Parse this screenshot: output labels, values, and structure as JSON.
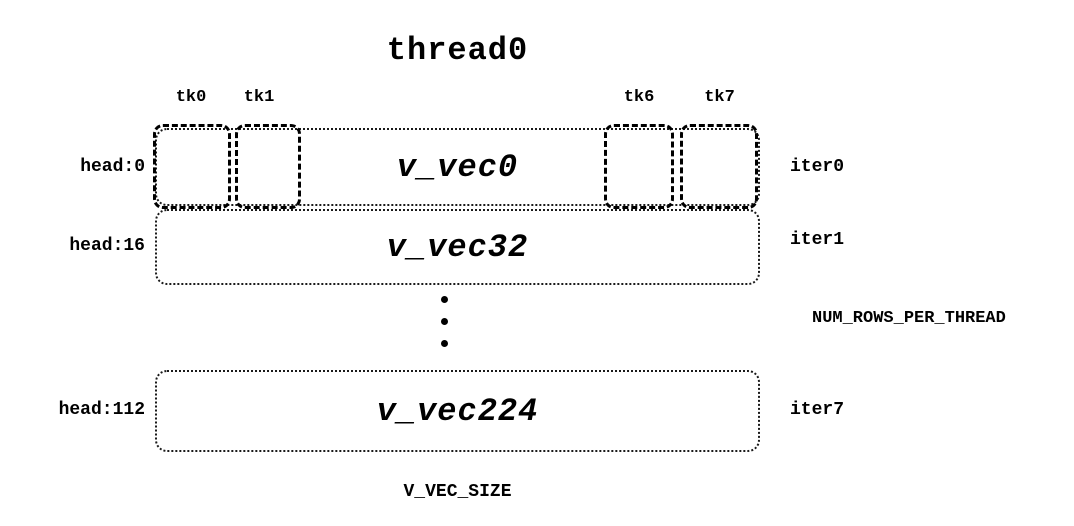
{
  "diagram": {
    "title": "thread0",
    "tk_labels": [
      "tk0",
      "tk1",
      "tk6",
      "tk7"
    ],
    "rows": [
      {
        "head": "head:0",
        "vec": "v_vec0",
        "iter": "iter0"
      },
      {
        "head": "head:16",
        "vec": "v_vec32",
        "iter": "iter1"
      },
      {
        "head": "head:112",
        "vec": "v_vec224",
        "iter": "iter7"
      }
    ],
    "side_label": "NUM_ROWS_PER_THREAD",
    "bottom_label": "V_VEC_SIZE",
    "colors": {
      "foreground": "#000000",
      "background": "#ffffff"
    }
  }
}
